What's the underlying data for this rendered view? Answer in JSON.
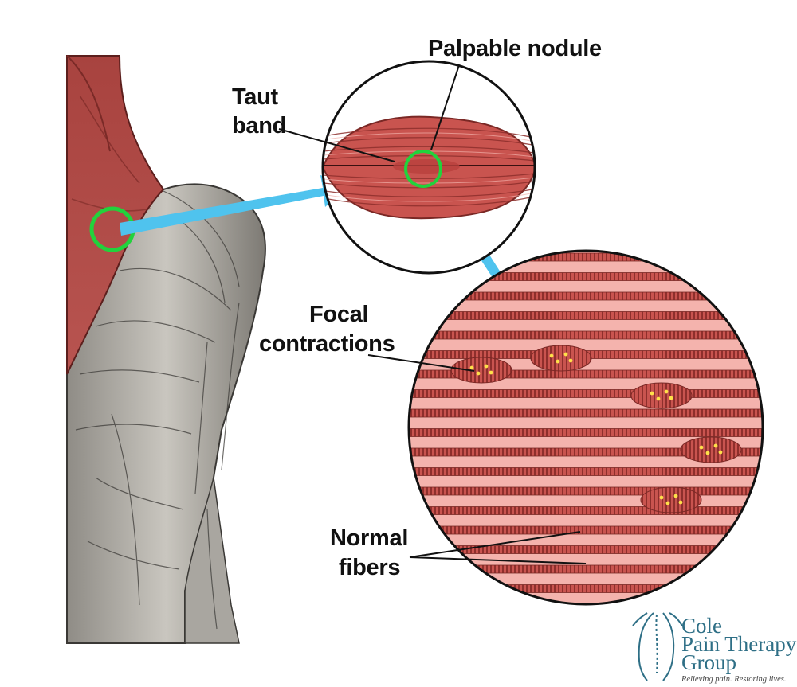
{
  "labels": {
    "palpable_nodule": "Palpable nodule",
    "taut": "Taut",
    "band": "band",
    "focal": "Focal",
    "contractions": "contractions",
    "normal": "Normal",
    "fibers": "fibers"
  },
  "logo": {
    "line1": "Cole",
    "line2": "Pain Therapy",
    "line3": "Group",
    "tagline": "Relieving pain. Restoring lives."
  },
  "colors": {
    "muscle_red": "#c9544f",
    "fiber_pink": "#f4b3ad",
    "marker_green": "#22d23c",
    "arrow_blue": "#4fc3ee",
    "trigger_yellow": "#ffe14a",
    "logo_blue": "#2e6f86"
  }
}
